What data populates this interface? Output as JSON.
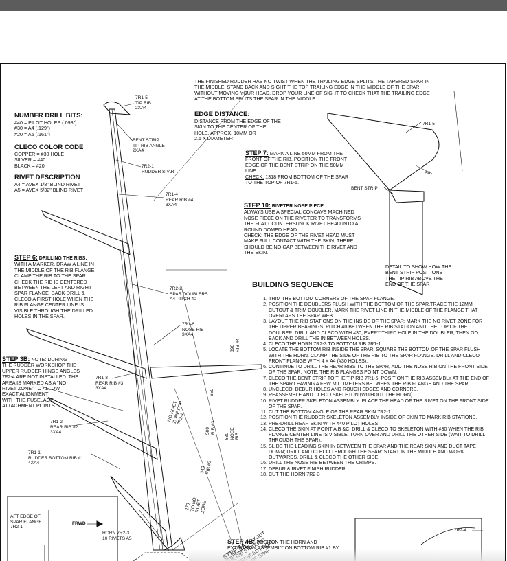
{
  "drill": {
    "title": "NUMBER DRILL BITS:",
    "lines": "#40 = PILOT HOLES (.098\")\n#30 = A4 (.129\")\n#20 = A5 (.161\")"
  },
  "cleco": {
    "title": "CLECO COLOR CODE",
    "lines": "COPPER = #30 HOLE\nSILVER = #40\nBLACK = #20"
  },
  "rivet": {
    "title": "RIVET DESCRIPTION",
    "lines": "A4 = AVEX 1/8\" BLIND RIVET\nA5 = AVEX 5/32\" BLIND RIVET"
  },
  "top_note": "THE FINISHED RUDDER HAS NO TWIST WHEN THE TRAILING EDGE SPLITS THE TAPERED SPAR IN\nTHE MIDDLE. STAND BACK AND SIGHT THE TOP TRAILING EDGE IN THE MIDDLE OF THE SPAR.\nWITHOUT MOVING YOUR HEAD, DROP YOUR LINE OF SIGHT TO CHECK THAT THE TRAILING EDGE\nAT THE BOTTOM SPLITS THE SPAR IN THE MIDDLE.",
  "edge": {
    "title": "EDGE DISTANCE:",
    "lines": "DISTANCE FROM THE EDGE OF THE\nSKIN TO THE CENTER OF THE\nHOLE, APPROX. 10MM OR\n2.5 X DIAMETER"
  },
  "step7": {
    "head": "STEP 7:",
    "text": " MARK A LINE 50mm FROM THE\nFRONT OF THE RIB. POSITION THE FRONT\nEDGE OF THE BENT STRIP ON THE 50MM\nLINE.",
    "check_head": "CHECK:",
    "check_text": " 1318 FROM BOTTOM OF THE SPAR\nTO THE TOP OF 7R1-5."
  },
  "step10": {
    "head": "STEP 10:",
    "sub": " RIVETER NOSE PIECE:",
    "text": "ALWAYS USE A SPECIAL CONCAVE MACHINED\nNOSE PIECE ON THE RIVETER TO TRANSFORMS\nTHE FLAT COUNTERSUNCK RIVET HEAD INTO A\nROUND DOMED HEAD.\nCHECK: THE EDGE OF THE RIVET HEAD MUST\nMAKE FULL CONTACT WITH THE SKIN; THERE\nSHOULD BE NO GAP BETWEEN THE RIVET AND\nTHE SKIN."
  },
  "detail_note": "DETAIL TO SHOW HOW THE\nBENT STRIP POSITIONS\nTHE TIP RIB ABOVE THE\nEND OF THE SPAR",
  "step6": {
    "head": "STEP 6:",
    "sub": " DRILLING THE RIBS:",
    "text": "WITH A MARKER, DRAW A LINE IN\nTHE MIDDLE OF THE RIB FLANGE.\nCLAMP THE RIB TO THE SPAR.\nCHECK THE RIB IS CENTERED\nBETWEEN THE LEFT AND RIGHT\nSPAR FLANGE. BACK-DRILL &\nCLECO A FIRST HOLE WHEN THE\nRIB FLANGE CENTER LINE IS\nVISIBLE THROUGH THE DRILLED\nHOLES IN THE SPAR."
  },
  "step3b": {
    "head": "STEP 3B:",
    "text": " NOTE: DURING\nTHE RUDDER WORKSHOP THE\nUPPER RUDDER HINGE ANGLES\n7F2-4 ARE NOT INSTALLED. THE\nAREA IS MARKED AS A \"NO\nRIVET ZONE\" TO ALLOW\nEXACT ALIGNMENT\nWITH THE FUSELAGE\nATTACHMENT POINTS."
  },
  "labels": {
    "tip_rib": "7R1-5\nTIP RIB\n2XA4",
    "bent_strip": "BENT STRIP\nTIP RIB ANGLE\n2XA4",
    "rudder_spar": "7R2-1\nRUDDER SPAR",
    "rear_rib4": "7R1-4\nREAR RIB #4\n3XA4",
    "spar_doublers": "7R2-2\nSPAR DOUBLERS\nA4 PITCH 40",
    "nose_rib": "7R1-6\nNOSE RIB\n3XA4",
    "rear_rib3": "7R1-3\nREAR RIB #3\n3XA4",
    "rear_rib2": "7R1-2\nREAR RIB #2\n3XA4",
    "bottom_rib1": "7R1-1\nRUDDER BOTTOM RIB #1\n4XA4",
    "horn": "HORN 7R2-3\n10 RIVETS A5",
    "aft_edge": "AFT EDGE OF\nSPAR FLANGE\n7R2-1",
    "frwd": "FRWD",
    "detail_7r15": "7R1-5",
    "detail_bent": "BENT STRIP",
    "detail_50": "50",
    "r2_4": "7R2-4"
  },
  "dims": {
    "d890": "890\nRIB #4",
    "d650": "650",
    "d500": "500\nRIB #3",
    "d530": "530\nNOSE\nRIB",
    "d340": "340\nRIB #2",
    "d270": "270\nTO NO\nRIVET\nZONE",
    "norivet": "NO RIVET\nZONE FOR\n7F2-4"
  },
  "step3a": {
    "head": "STEP 3A:",
    "text": " LAYOUT\nTHE RIB STATIONS\nREFERENCED FROM\nBOTTOM OF SPAR"
  },
  "sequence": {
    "title": "BUILDING SEQUENCE",
    "items": [
      "TRIM THE BOTTOM CORNERS OF THE SPAR FLANGE.",
      "POSITION THE DOUBLERS FLUSH WITH THE BOTTOM OF THE SPAR,TRACE THE 12MM CUTOUT & TRIM DOUBLER. MARK THE RIVET LINE IN THE MIDDLE OF THE FLANGE THAT OVERLAPS THE SPAR WEB.",
      "LAYOUT THE RIB STATIONS ON THE INSIDE OF THE SPAR; MARK THE NO RIVET ZONE FOR THE UPPER BEARINGS, PITCH 40 BETWEEN THE RIB STATION AND THE TOP OF THE DOULBER. DRILL AND CLECO WITH #30, EVERY THIRD HOLE IN THE DOUBLER, THEN GO BACK AND DRILL THE IN BETWEEN HOLES.",
      "CLECO THE HORN 7R2-3 TO BOTTOM RIB 7R1-1",
      "LOCATE THE BOTTOM RIB INSIDE THE SPAR, SQUARE THE BOTTOM OF THE SPAR FLUSH WITH THE HORN. CLAMP THE SIDE OF THE RIB TO THE SPAR FLANGE. DRILL AND CLECO FRONT FLANGE WITH 4 X A4 (#30 HOLES).",
      "CONTINUE TO DRILL THE REAR RIBS TO THE SPAR, ADD THE NOSE RIB ON THE FRONT SIDE OF THE SPAR. NOTE: THE RIB FLANGES POINT DOWN.",
      "CLECO THE BENT STRIP TO THE TIP RIB 7R1-5. POSITION THE RIB ASSEMBLY AT THE END OF THE SPAR LEAVING A FEW MILLIMETERS BETWEEN THE RIB FLANGE AND THE SPAR.",
      "UNCLECO, DEBUR HOLES AND ROUGH EDGES AND CORNERS.",
      "REASSEMBLE AND CLECO SKELETON (WITHOUT THE HORN).",
      "RIVET RUDDER SKELETON ASSEMBLY: PLACE THE HEAD OF THE RIVET ON THE FRONT SIDE OF THE SPAR.",
      "CUT THE BOTTOM ANGLE OF THE REAR SKIN 7R2-1",
      "POSITION THE RUDDER SKELETON ASSEMBLY INSIDE OF SKIN TO MARK RIB STATIONS.",
      "PRE-DRILL REAR SKIN WITH #40 PILOT HOLES.",
      "CLECO THE SKIN AT POINT A,B &C. DRILL & CLECO TO SKELETON WITH #30 WHEN THE RIB FLANGE CENTER LINE IS VISIBLE. TURN OVER AND DRILL THE OTHER SIDE (WAIT TO DRILL THROUGH THE SPAR).",
      "SLIDE THE LEADING SKIN IN BETWEEN THE SPAR AND THE REAR SKIN AND DUCT TAPE DOWN; DRILL AND CLECO THROUGH THE SPAR: START IN THE MIDDLE AND WORK OUTWARDS. DRILL & CLECO THE OTHER SIDE.",
      "DRILL THE NOSE RIB BETWEEN THE CRIMPS.",
      "DEBUR & RIVET FINISH RUDDER.",
      "CUT THE HORN 7R2-3"
    ]
  },
  "step4b": {
    "head": "STEP 4B:",
    "text": " POSITON THE HORN AND\nEXTRUSION ASSEMBLY ON BOTTOM RIB #1 BY"
  }
}
